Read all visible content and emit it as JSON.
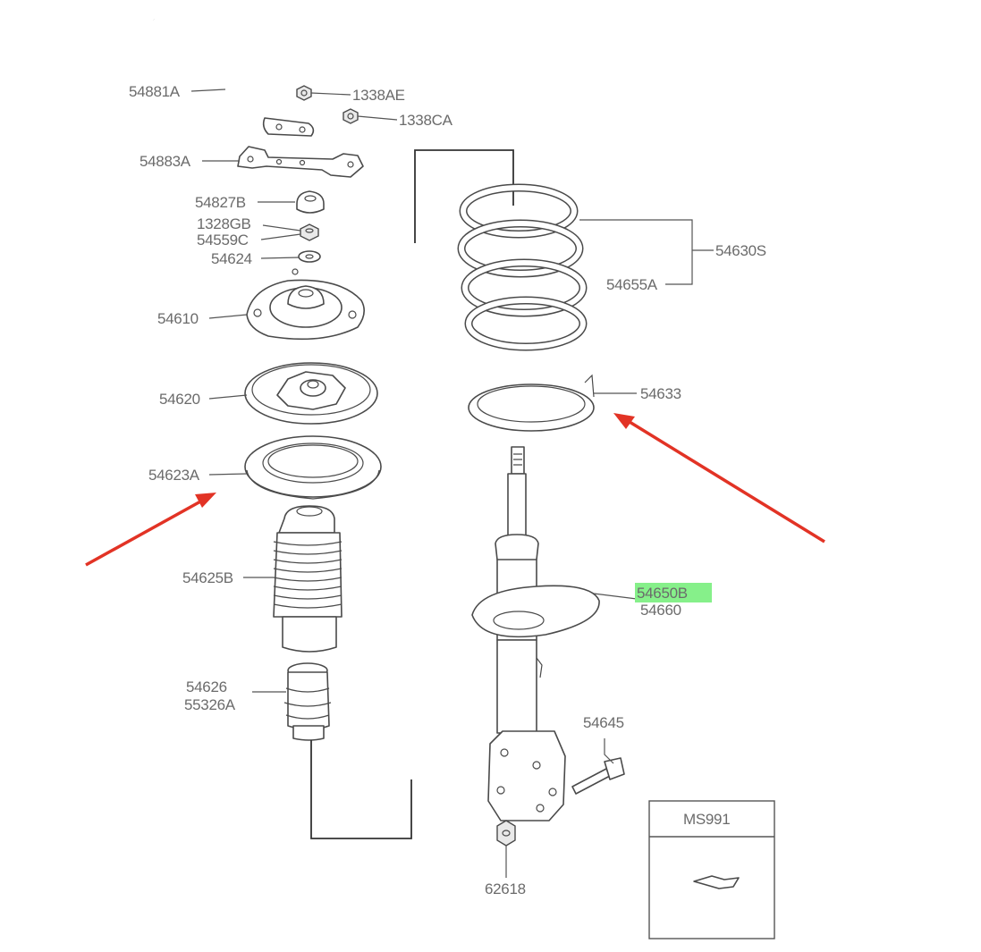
{
  "labels": {
    "l54881A": "54881A",
    "l1338AE": "1338AE",
    "l1338CA": "1338CA",
    "l54883A": "54883A",
    "l54827B": "54827B",
    "l1328GB": "1328GB",
    "l54559C": "54559C",
    "l54624": "54624",
    "l54610": "54610",
    "l54620": "54620",
    "l54623A": "54623A",
    "l54625B": "54625B",
    "l54626": "54626",
    "l55326A": "55326A",
    "l54630S": "54630S",
    "l54655A": "54655A",
    "l54633": "54633",
    "l54650B": "54650B",
    "l54660": "54660",
    "l54645": "54645",
    "l62618": "62618",
    "lMS991": "MS991"
  },
  "highlight_color": "#86f08a",
  "arrow_color": "#e23325"
}
